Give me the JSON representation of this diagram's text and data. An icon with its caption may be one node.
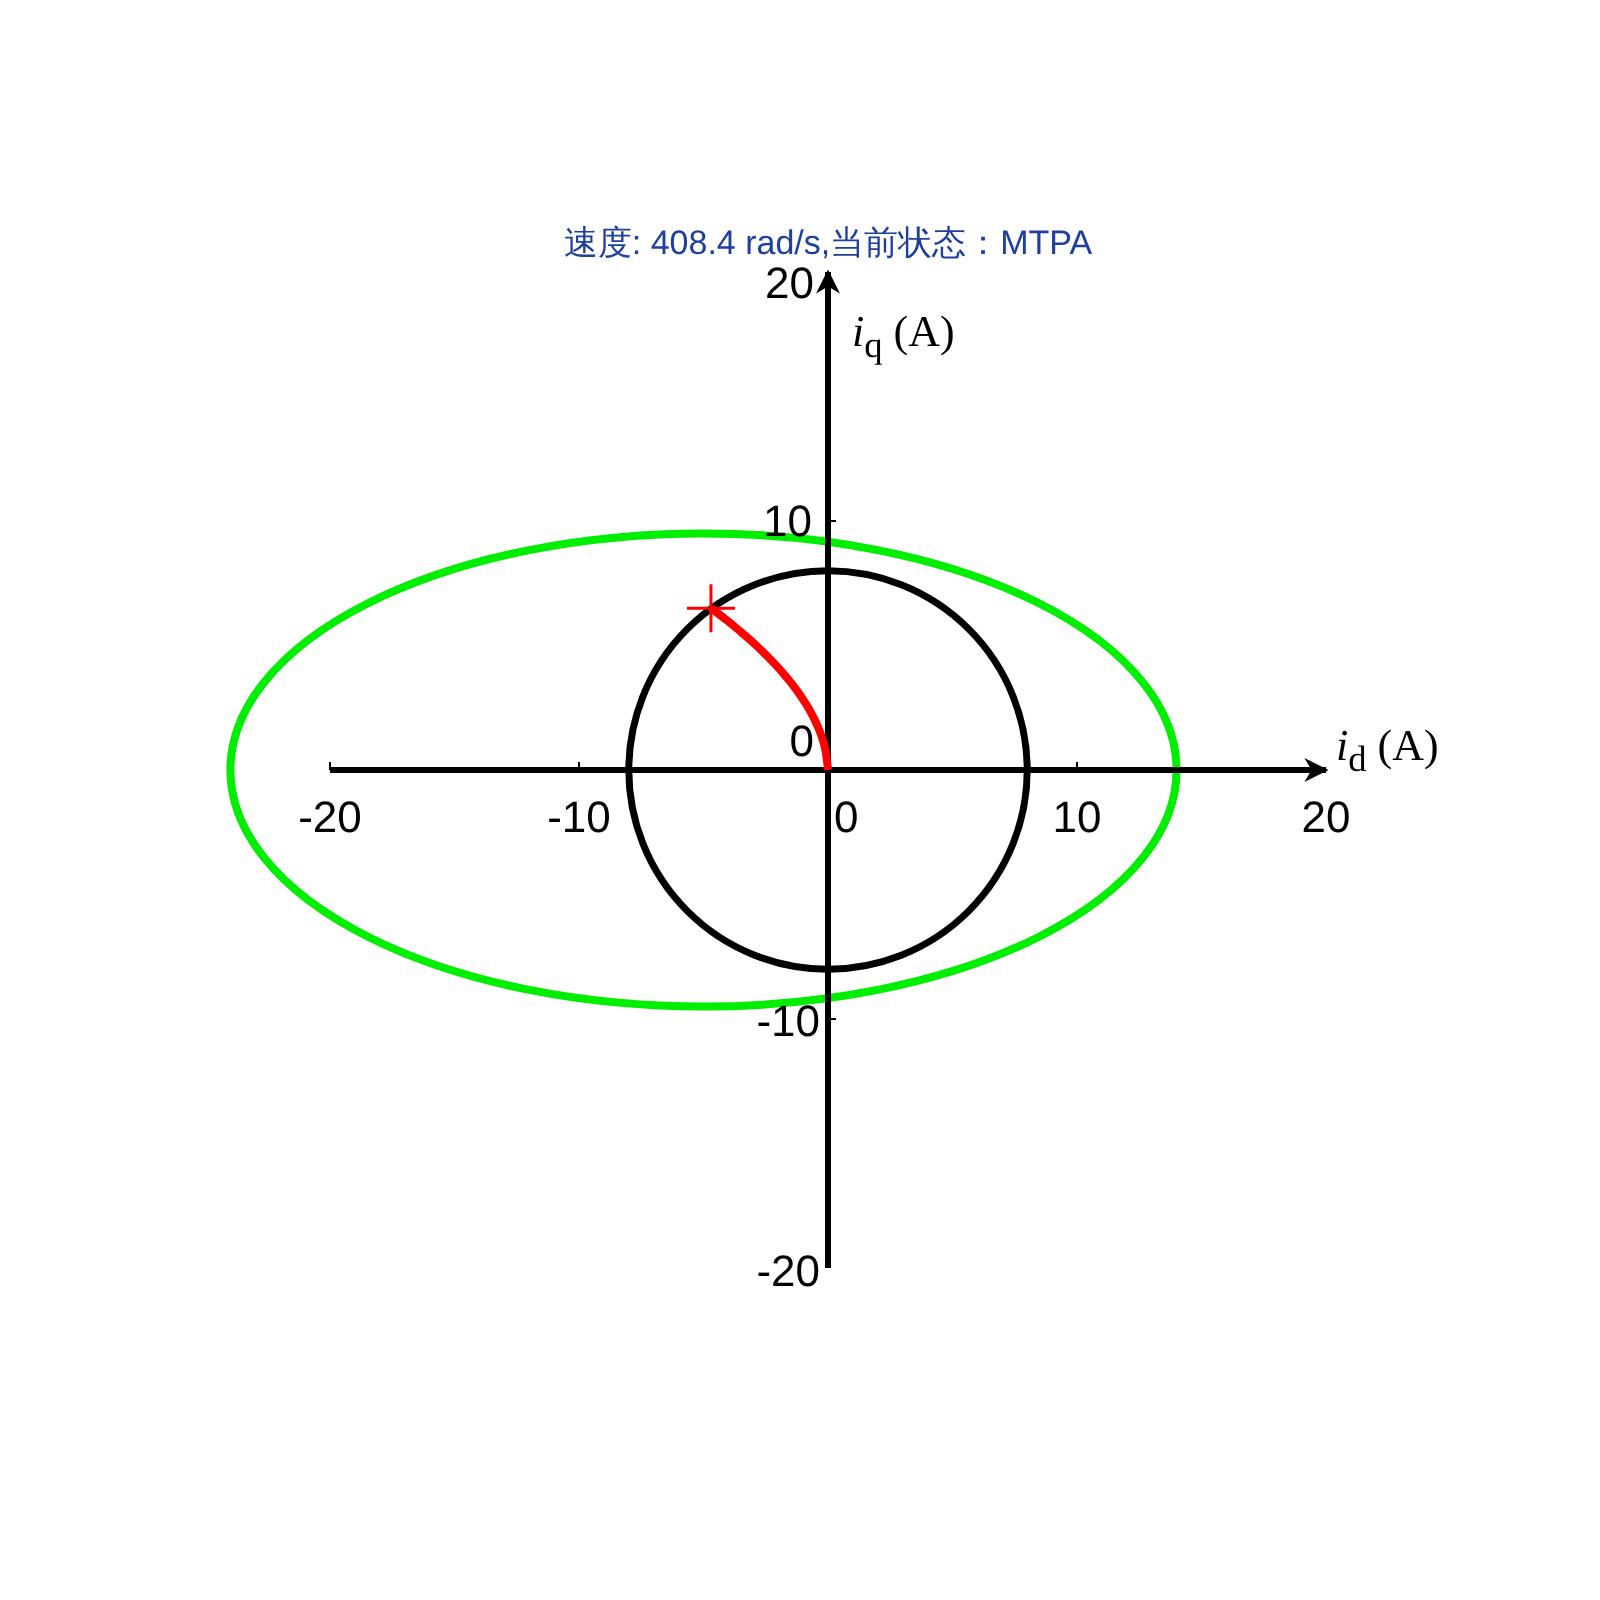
{
  "diagram": {
    "title": "速度: 408.4 rad/s,当前状态：MTPA",
    "labels": [
      "20",
      "*i*$_{q}$ (A)",
      "10",
      "0",
      "*i*$_{d}$ (A)",
      "-20",
      "-10",
      "0",
      "10",
      "20",
      "-10",
      "-20"
    ]
  }
}
